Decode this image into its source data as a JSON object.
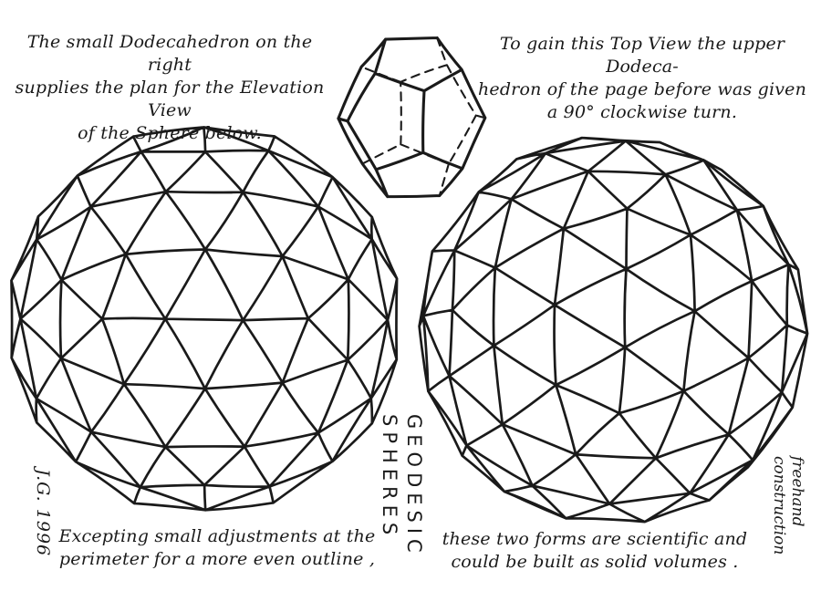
{
  "page": {
    "background": "#ffffff",
    "ink": "#1a1a1a"
  },
  "texts": {
    "top_left": [
      "The small Dodecahedron on the right",
      "supplies the plan for the Elevation View",
      "of the Sphere below."
    ],
    "top_right": [
      "To gain this Top View the upper Dodeca-",
      "hedron of the page before was given",
      "a 90° clockwise turn."
    ],
    "bottom_left": [
      "Excepting small adjustments at the",
      "perimeter for a more even outline ,"
    ],
    "bottom_right": [
      "these two forms are scientific and",
      "could be built as solid volumes ."
    ],
    "vertical_title_line1": "GEODESIC",
    "vertical_title_line2": "SPHERES",
    "signature": "J.G. 1996",
    "side_note_line1": "freehand",
    "side_note_line2": "construction"
  },
  "figures": {
    "dodecahedron": "small dodecahedron, hidden edges dashed",
    "left_sphere": "geodesic sphere — elevation view",
    "right_sphere": "geodesic sphere — top view (turned 90°)"
  }
}
